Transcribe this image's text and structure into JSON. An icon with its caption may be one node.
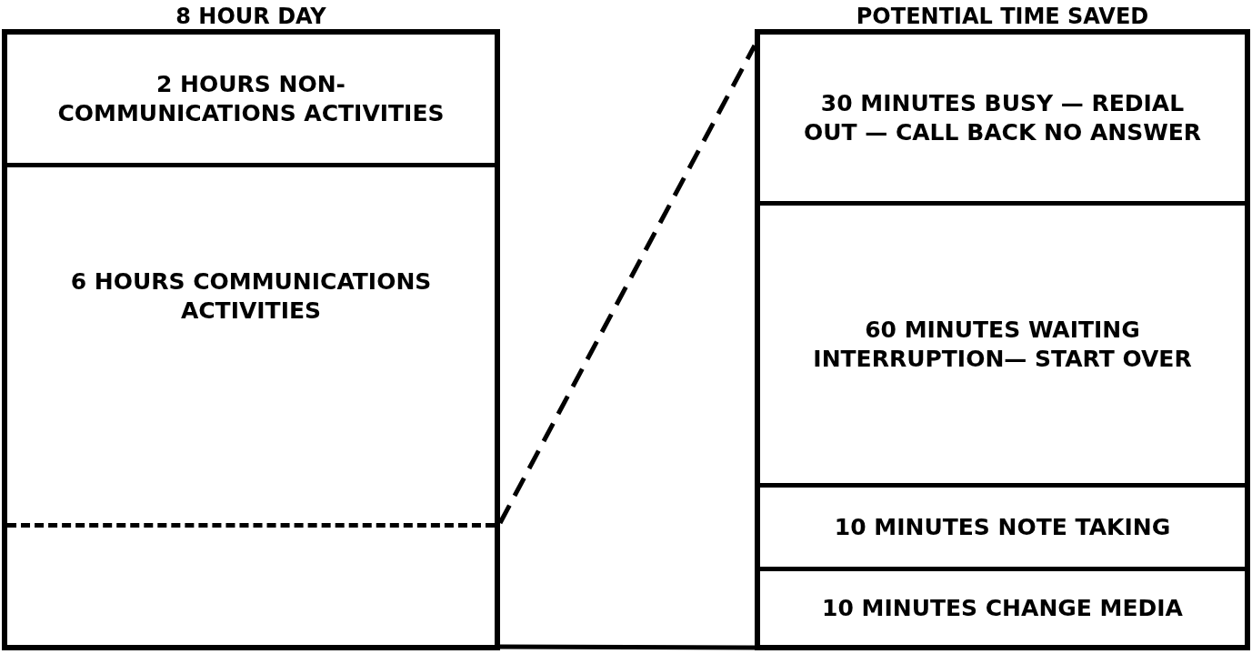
{
  "diagram": {
    "nodes": [
      {
        "text": [
          "8 HOUR DAY"
        ]
      },
      {
        "text": [
          "2 HOURS NON-COMMUNICATIONS ACTIVITIES"
        ],
        "in": 0
      },
      {
        "text": [
          "6 HOURS COMMUNICATIONS ACTIVITIES"
        ],
        "in": 0
      },
      {
        "text": [],
        "shape": "box",
        "in": 0
      },
      {
        "text": [
          "POTENTIAL TIME SAVED"
        ]
      },
      {
        "text": [
          "30 MINUTES BUSY — REDIAL OUT — CALL BACK NO ANSWER"
        ],
        "in": 4
      },
      {
        "text": [
          "60 MINUTES WAITING INTERRUPTION— START OVER"
        ],
        "in": 4
      },
      {
        "text": [
          "10 MINUTES NOTE TAKING"
        ],
        "in": 4
      },
      {
        "text": [
          "10 MINUTES CHANGE MEDIA"
        ],
        "in": 4
      }
    ],
    "edges": [
      {
        "from": 3,
        "to": 4,
        "arrow": "none",
        "style": "dashed"
      },
      {
        "from": 3,
        "to": 4,
        "arrow": "none"
      }
    ]
  }
}
